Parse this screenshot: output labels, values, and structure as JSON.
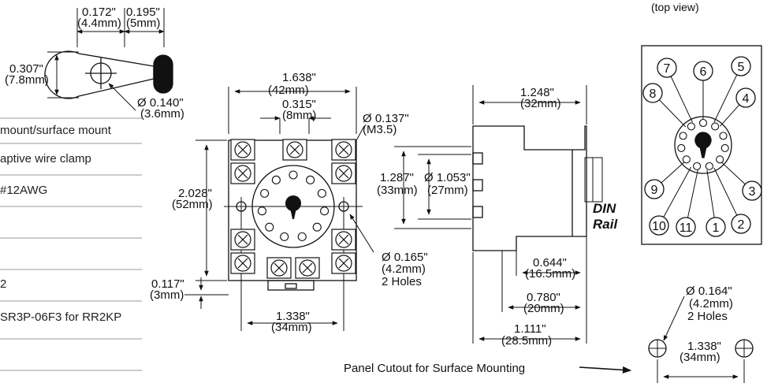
{
  "header": {
    "top_view": "(top view)"
  },
  "table": {
    "rows": [
      "mount/surface mount",
      "aptive wire clamp",
      "#12AWG",
      "",
      "",
      "2",
      "SR3P-06F3 for RR2KP",
      "",
      ""
    ]
  },
  "terminal": {
    "w1_in": "0.172\"",
    "w1_mm": "(4.4mm)",
    "w2_in": "0.195\"",
    "w2_mm": "(5mm)",
    "h_in": "0.307\"",
    "h_mm": "(7.8mm)",
    "hole_in": "Ø 0.140\"",
    "hole_mm": "(3.6mm)"
  },
  "front": {
    "width_in": "1.638\"",
    "width_mm": "(42mm)",
    "pitch_in": "0.315\"",
    "pitch_mm": "(8mm)",
    "screw_in": "Ø 0.137\"",
    "screw_mm": "(M3.5)",
    "height_in": "2.028\"",
    "height_mm": "(52mm)",
    "hole_in": "Ø 0.165\"",
    "hole_mm": "(4.2mm)",
    "hole_count": "2 Holes",
    "edge_in": "0.117\"",
    "edge_mm": "(3mm)",
    "span_in": "1.338\"",
    "span_mm": "(34mm)"
  },
  "side": {
    "depth_in": "1.248\"",
    "depth_mm": "(32mm)",
    "h1_in": "1.287\"",
    "h1_mm": "(33mm)",
    "h2_in": "Ø 1.053\"",
    "h2_mm": "(27mm)",
    "din1": "DIN",
    "din2": "Rail",
    "d1_in": "0.644\"",
    "d1_mm": "(16.5mm)",
    "d2_in": "0.780\"",
    "d2_mm": "(20mm)",
    "d3_in": "1.111\"",
    "d3_mm": "(28.5mm)"
  },
  "pins": {
    "labels": [
      "7",
      "6",
      "5",
      "8",
      "4",
      "9",
      "3",
      "10",
      "11",
      "1",
      "2"
    ]
  },
  "cutout": {
    "caption": "Panel Cutout for Surface Mounting",
    "hole_in": "Ø 0.164\"",
    "hole_mm": "(4.2mm)",
    "hole_count": "2 Holes",
    "span_in": "1.338\"",
    "span_mm": "(34mm)"
  }
}
